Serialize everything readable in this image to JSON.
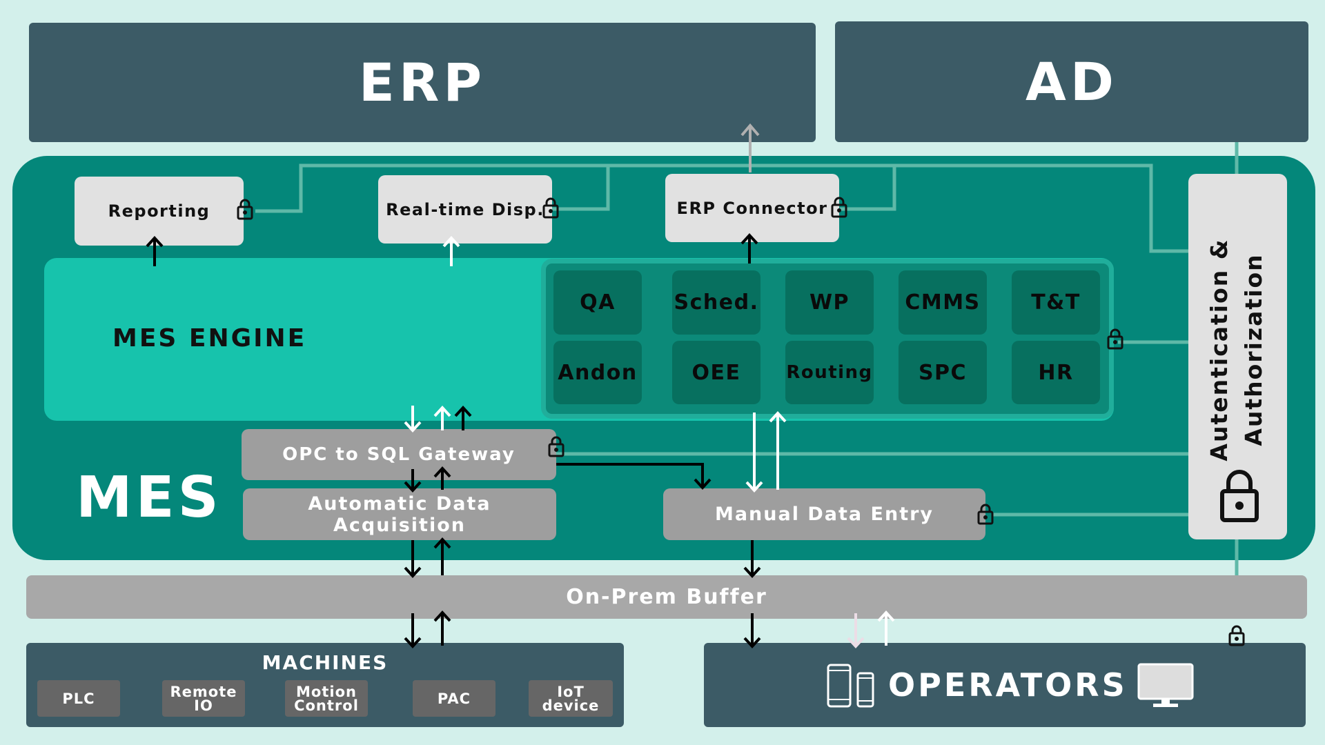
{
  "erp": {
    "label": "ERP"
  },
  "ad": {
    "label": "AD"
  },
  "mes": {
    "label": "MES",
    "engine_label": "MES ENGINE",
    "reporting": "Reporting",
    "realtime": "Real-time Disp.",
    "erp_connector": "ERP Connector",
    "modules": [
      "QA",
      "Sched.",
      "WP",
      "CMMS",
      "T&T",
      "Andon",
      "OEE",
      "Routing",
      "SPC",
      "HR"
    ],
    "opc_gateway": "OPC to SQL Gateway",
    "auto_data_line1": "Automatic Data",
    "auto_data_line2": "Acquisition",
    "manual_entry": "Manual Data Entry",
    "auth_line1": "Autentication &",
    "auth_line2": "Authorization"
  },
  "buffer": {
    "label": "On-Prem Buffer"
  },
  "machines": {
    "title": "MACHINES",
    "items": [
      {
        "line1": "PLC",
        "line2": ""
      },
      {
        "line1": "Remote",
        "line2": "IO"
      },
      {
        "line1": "Motion",
        "line2": "Control"
      },
      {
        "line1": "PAC",
        "line2": ""
      },
      {
        "line1": "IoT",
        "line2": "device"
      }
    ]
  },
  "operators": {
    "label": "OPERATORS"
  },
  "colors": {
    "background": "#d3f0eb",
    "dark": "#3c5b66",
    "mes": "#04877a",
    "engine": "#17c3ac",
    "module": "#07705f",
    "buffer": "#a8a8a8"
  }
}
